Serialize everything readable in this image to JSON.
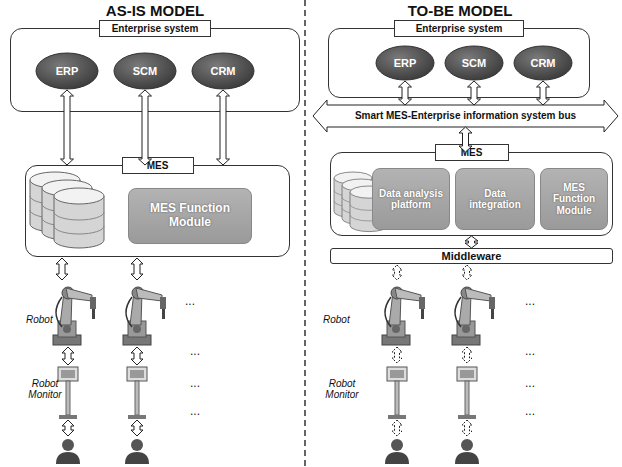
{
  "diagram": {
    "nodes": [
      {
        "text": [
          "Enterprise system"
        ]
      },
      {
        "text": [
          "ERP"
        ],
        "in": 0
      },
      {
        "text": [
          "SCM"
        ],
        "in": 0
      },
      {
        "text": [
          "CRM"
        ],
        "in": 0
      },
      {
        "text": [
          "MES"
        ]
      },
      {
        "text": [
          "MES Function Module"
        ],
        "in": 4
      },
      {
        "text": [
          "Enterprise system"
        ]
      },
      {
        "text": [
          "ERP"
        ],
        "in": 6
      },
      {
        "text": [
          "SCM"
        ],
        "in": 6
      },
      {
        "text": [
          "CRM"
        ],
        "in": 6
      },
      {
        "text": [
          "Smart MES-Enterprise information system bus"
        ]
      },
      {
        "text": [
          "MES"
        ]
      },
      {
        "text": [
          "Data analysis platform"
        ],
        "in": 11
      },
      {
        "text": [
          "Data integration"
        ],
        "in": 11
      },
      {
        "text": [
          "MES Function Module"
        ],
        "in": 11
      },
      {
        "text": [
          "Middleware"
        ]
      }
    ],
    "edges": [
      {
        "from": 1,
        "to": 4,
        "arrow": "both"
      },
      {
        "from": 2,
        "to": 4,
        "arrow": "both"
      },
      {
        "from": 3,
        "to": 4,
        "arrow": "both"
      },
      {
        "from": 7,
        "to": 10,
        "arrow": "both"
      },
      {
        "from": 8,
        "to": 10,
        "arrow": "both"
      },
      {
        "from": 9,
        "to": 10,
        "arrow": "both"
      },
      {
        "from": 10,
        "to": 11,
        "arrow": "both"
      },
      {
        "from": 11,
        "to": 15,
        "arrow": "both"
      }
    ],
    "labels": [
      "AS-IS MODEL",
      "TO-BE MODEL",
      "Robot",
      "Robot Monitor",
      "Robot",
      "Robot Monitor",
      "...",
      "...",
      "...",
      "...",
      "...",
      "...",
      "...",
      "..."
    ]
  }
}
